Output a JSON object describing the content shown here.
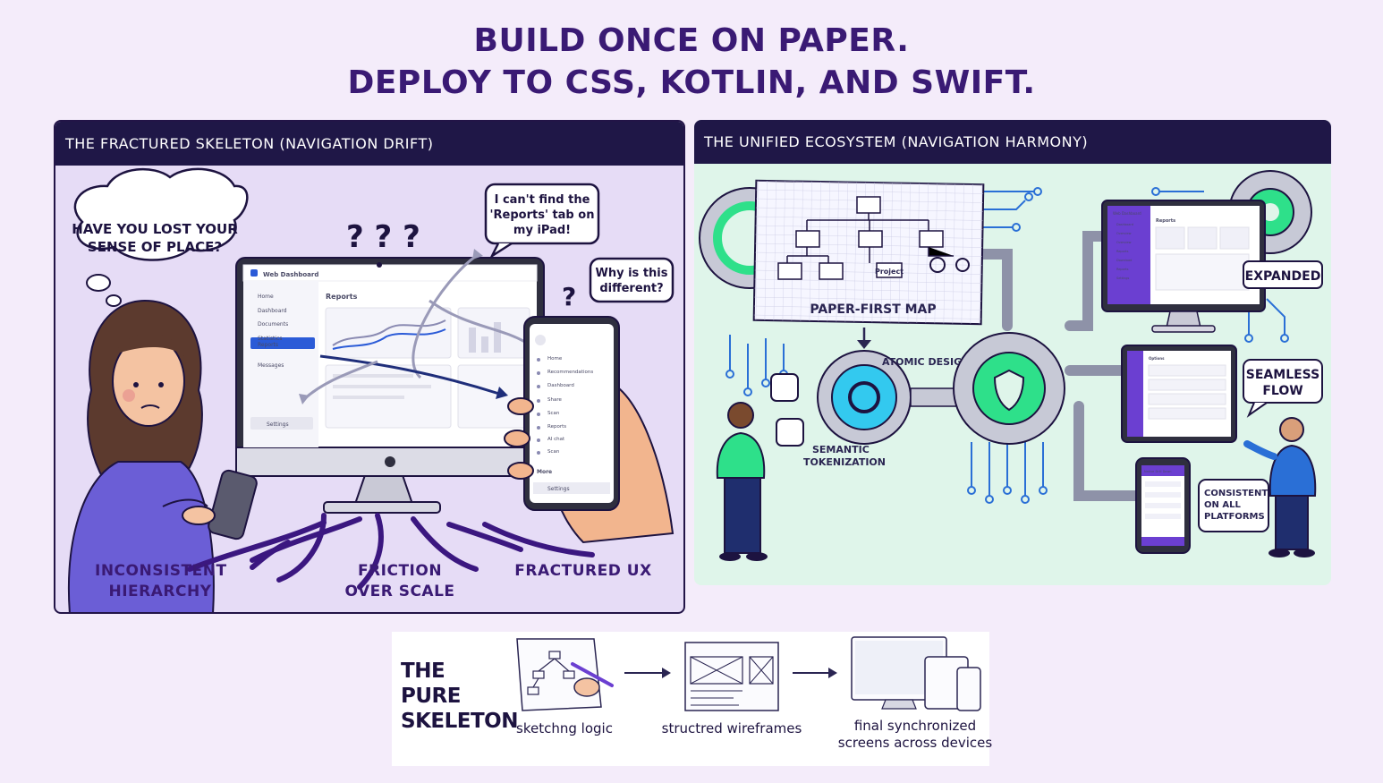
{
  "title": {
    "line1": "BUILD ONCE ON PAPER.",
    "line2": "DEPLOY TO CSS, KOTLIN, AND SWIFT."
  },
  "left_panel": {
    "header": "THE FRACTURED SKELETON (NAVIGATION DRIFT)",
    "thought_bubble": [
      "HAVE YOU LOST YOUR",
      "SENSE OF PLACE?"
    ],
    "question_marks": "? ? ?",
    "ipad_bubble": [
      "I can't find the",
      "'Reports' tab on",
      "my iPad!"
    ],
    "different_bubble": [
      "Why is this",
      "different?"
    ],
    "monitor": {
      "app_title": "Web Dashboard",
      "content_title": "Reports",
      "nav_items": [
        "Home",
        "Dashboard",
        "Documents",
        "Statistics",
        "Reports",
        "Messages"
      ],
      "settings": "Settings"
    },
    "phone": {
      "nav_items": [
        "Home",
        "Recommendations",
        "Dashboard",
        "Share",
        "Scan",
        "Reports",
        "AI chat",
        "Scan"
      ],
      "more": "More",
      "settings": "Settings"
    },
    "captions": {
      "inconsistent": [
        "INCONSISTENT",
        "HIERARCHY"
      ],
      "friction": [
        "FRICTION",
        "OVER SCALE"
      ],
      "fractured": [
        "FRACTURED UX"
      ]
    }
  },
  "right_panel": {
    "header": "THE UNIFIED ECOSYSTEM (NAVIGATION HARMONY)",
    "map_label": "PAPER-FIRST MAP",
    "project_label": "Project",
    "atomic_design": "ATOMIC DESIGN",
    "semantic_tokenization": [
      "SEMANTIC",
      "TOKENIZATION"
    ],
    "expanded": "EXPANDED",
    "seamless_flow": [
      "SEAMLESS",
      "FLOW"
    ],
    "consistent": [
      "CONSISTENT",
      "ON ALL",
      "PLATFORMS"
    ],
    "desktop_app_title": "Web Dashboard",
    "desktop_content_title": "Reports",
    "desktop_nav_items": [
      "Dashboard",
      "Overview",
      "Overview",
      "Reports",
      "Download",
      "Reports",
      "Settings"
    ],
    "tablet_title": "Options",
    "phone_title": "Native Drill Down"
  },
  "bottom": {
    "title": [
      "THE PURE",
      "SKELETON"
    ],
    "steps": [
      {
        "label": [
          "sketchng logic"
        ]
      },
      {
        "label": [
          "structred wireframes"
        ]
      },
      {
        "label": [
          "final synchronized",
          "screens across devices"
        ]
      }
    ]
  },
  "colors": {
    "background": "#f4ecfa",
    "header": "#1f1747",
    "accent_purple": "#6b3fd1",
    "accent_green": "#2ee08a",
    "accent_cyan": "#33c9ef"
  }
}
